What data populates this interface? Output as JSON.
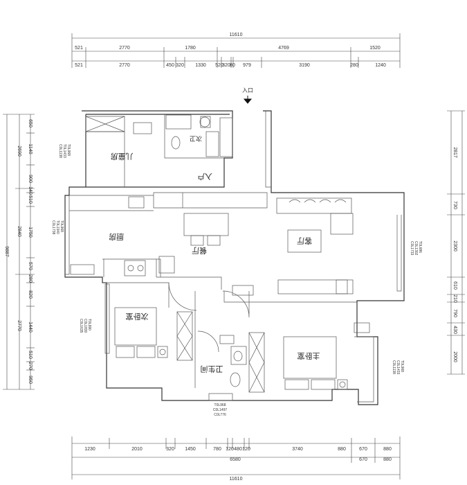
{
  "entry_label": "入口",
  "rooms": {
    "kids_bedroom": "儿童房",
    "second_bath": "次卫",
    "foyer": "入户",
    "kitchen": "厨房",
    "dining": "餐厅",
    "living": "客厅",
    "second_bedroom": "次卧室",
    "main_bath": "卫生间",
    "master_bedroom": "主卧室"
  },
  "dims_top": {
    "total": "11610",
    "row1": [
      "521",
      "2770",
      "1780",
      "4769",
      "1520"
    ],
    "row2": [
      "521",
      "2770",
      "450",
      "320",
      "1330",
      "520",
      "320",
      "80",
      "979",
      "3190",
      "280",
      "1240"
    ]
  },
  "dims_bottom": {
    "total": "11610",
    "row1": [
      "1230",
      "2010",
      "320",
      "1450",
      "780",
      "120",
      "480",
      "120",
      "3740",
      "880",
      "670",
      "880"
    ],
    "row2": [
      "6580",
      "670",
      "880"
    ]
  },
  "dims_left": {
    "total": "9887",
    "outer": [
      "2690",
      "2840",
      "2770"
    ],
    "inner": [
      "650",
      "1140",
      "900",
      "140",
      "510",
      "1750",
      "570",
      "280",
      "820",
      "1440",
      "510",
      "270",
      "950"
    ]
  },
  "dims_right": {
    "outer": [
      "2817",
      "2300",
      "2000"
    ],
    "inner": [
      "730",
      "610",
      "210",
      "790",
      "430"
    ]
  },
  "window_notes": {
    "kids": [
      "C0L1138",
      "T0L1433",
      "T0L968"
    ],
    "kitchen": [
      "C0L1738",
      "T0L1340",
      "T0L968"
    ],
    "second_bed": [
      "C0L1635",
      "C0L1830",
      "T0L990"
    ],
    "living": [
      "C0L1733",
      "C0L1302",
      "T0L686"
    ],
    "bath": [
      "C0L776",
      "C0L1497",
      "T0L968"
    ],
    "master": [
      "C0L1138",
      "C0L1433",
      "T0L968"
    ]
  }
}
